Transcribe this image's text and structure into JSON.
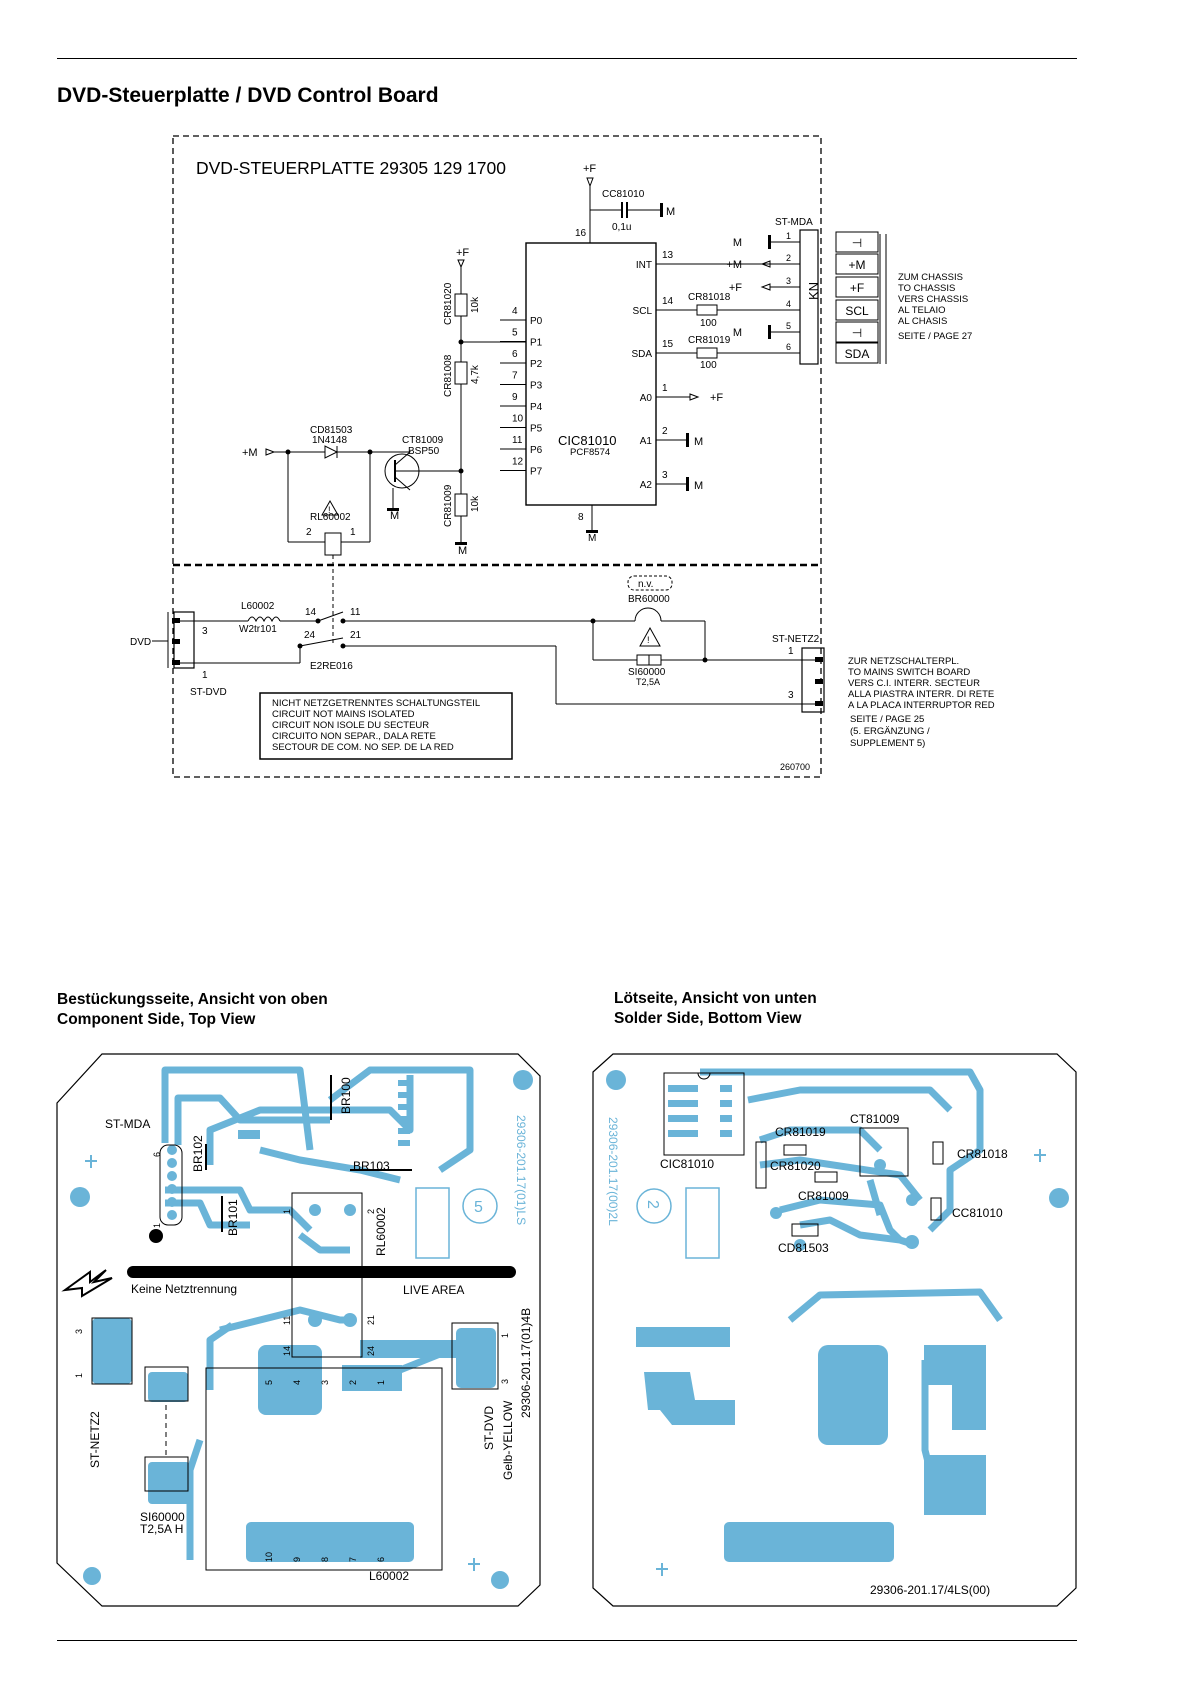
{
  "page_title": "DVD-Steuerplatte / DVD Control Board",
  "schematic": {
    "board_title": "DVD-STEUERPLATTE  29305 129 1700",
    "ic": {
      "name": "CIC81010",
      "part": "PCF8574",
      "pins_left": [
        {
          "num": "4",
          "label": "P0"
        },
        {
          "num": "5",
          "label": "P1"
        },
        {
          "num": "6",
          "label": "P2"
        },
        {
          "num": "7",
          "label": "P3"
        },
        {
          "num": "9",
          "label": "P4"
        },
        {
          "num": "10",
          "label": "P5"
        },
        {
          "num": "11",
          "label": "P6"
        },
        {
          "num": "12",
          "label": "P7"
        }
      ],
      "pins_right": [
        {
          "num": "13",
          "label": "INT"
        },
        {
          "num": "14",
          "label": "SCL"
        },
        {
          "num": "15",
          "label": "SDA"
        },
        {
          "num": "1",
          "label": "A0"
        },
        {
          "num": "2",
          "label": "A1"
        },
        {
          "num": "3",
          "label": "A2"
        }
      ],
      "pin_top": "16",
      "pin_bottom": "8"
    },
    "cap": {
      "name": "CC81010",
      "value": "0,1u"
    },
    "r_scl": {
      "name": "CR81018",
      "value": "100"
    },
    "r_sda": {
      "name": "CR81019",
      "value": "100"
    },
    "r1": {
      "name": "CR81020",
      "value": "10k"
    },
    "r2": {
      "name": "CR81008",
      "value": "4,7k"
    },
    "r3": {
      "name": "CR81009",
      "value": "10k"
    },
    "diode": {
      "name": "CD81503",
      "part": "1N4148"
    },
    "transistor": {
      "name": "CT81009",
      "part": "BSP50"
    },
    "relay": {
      "name": "RL60002",
      "pin_a": "2",
      "pin_b": "1"
    },
    "plus_f": "+F",
    "plus_m": "+M",
    "ground": "M",
    "connector_mda": {
      "name": "ST-MDA",
      "kn": "KN",
      "pins": [
        "1",
        "2",
        "3",
        "4",
        "5",
        "6"
      ],
      "left_labels": [
        "M",
        "+M",
        "+F",
        "",
        "M",
        ""
      ],
      "boxes": [
        "⊣",
        "+M",
        "+F",
        "SCL",
        "⊣",
        "SDA"
      ],
      "note": [
        "ZUM CHASSIS",
        "TO CHASSIS",
        "VERS CHASSIS",
        "AL TELAIO",
        "AL CHASIS",
        "SEITE / PAGE 27"
      ]
    },
    "inductor": {
      "name": "L60002",
      "part": "W2tr101"
    },
    "switch": {
      "name": "E2RE016",
      "p14": "14",
      "p11": "11",
      "p24": "24",
      "p21": "21"
    },
    "bridge": {
      "note": "n.v.",
      "name": "BR60000"
    },
    "fuse": {
      "name": "SI60000",
      "value": "T2,5A"
    },
    "st_dvd": {
      "name": "ST-DVD",
      "dvd": "DVD",
      "p3": "3",
      "p1": "1"
    },
    "st_netz2": {
      "name": "ST-NETZ2",
      "p1": "1",
      "p3": "3",
      "note": [
        "ZUR NETZSCHALTERPL.",
        "TO MAINS SWITCH BOARD",
        "VERS C.I. INTERR. SECTEUR",
        "ALLA PIASTRA INTERR. DI RETE",
        "A LA PLACA INTERRUPTOR RED"
      ],
      "page": [
        "SEITE / PAGE 25",
        "(5. ERGÄNZUNG /",
        "SUPPLEMENT 5)"
      ]
    },
    "warning_box": [
      "NICHT NETZGETRENNTES SCHALTUNGSTEIL",
      "CIRCUIT NOT MAINS ISOLATED",
      "CIRCUIT NON ISOLE DU SECTEUR",
      "CIRCUITO NON SEPAR., DALA RETE",
      "SECTOUR DE COM. NO SEP. DE LA RED"
    ],
    "code": "260700"
  },
  "component_side": {
    "title_de": "Bestückungsseite, Ansicht von oben",
    "title_en": "Component Side, Top View",
    "labels": {
      "st_mda": "ST-MDA",
      "br100": "BR100",
      "br102": "BR102",
      "br103": "BR103",
      "br101": "BR101",
      "rl60002": "RL60002",
      "mirror_code": "29306-201.17(01)LS",
      "keine": "Keine Netztrennung",
      "live": "LIVE AREA",
      "st_netz2": "ST-NETZ2",
      "si": "SI60000",
      "si_val": "T2,5A H",
      "l60002": "L60002",
      "st_dvd": "ST-DVD",
      "gelb": "Gelb-YELLOW",
      "code": "29306-201.17(01)4B"
    },
    "pins": {
      "mda_6": "6",
      "mda_1": "1",
      "rl_1": "1",
      "rl_2": "2",
      "sw_11": "11",
      "sw_21": "21",
      "sw_14": "14",
      "sw_24": "24",
      "nz_3": "3",
      "nz_1": "1",
      "dvd_1": "1",
      "dvd_3": "3",
      "l_top": [
        "5",
        "4",
        "3",
        "2",
        "1"
      ],
      "l_bot": [
        "10",
        "9",
        "8",
        "7",
        "6"
      ]
    },
    "sticker": "5"
  },
  "solder_side": {
    "title_de": "Lötseite, Ansicht von unten",
    "title_en": "Solder Side, Bottom View",
    "labels": {
      "cic": "CIC81010",
      "cr81019": "CR81019",
      "ct81009": "CT81009",
      "cr81020": "CR81020",
      "cr81018": "CR81018",
      "cr81009": "CR81009",
      "cc81010": "CC81010",
      "cd81503": "CD81503",
      "mirror_code": "29306-201.17(00)2L",
      "code": "29306-201.17/4LS(00)"
    },
    "sticker": "2"
  },
  "colors": {
    "copper": "#6ab4d8",
    "ink": "#000000"
  }
}
